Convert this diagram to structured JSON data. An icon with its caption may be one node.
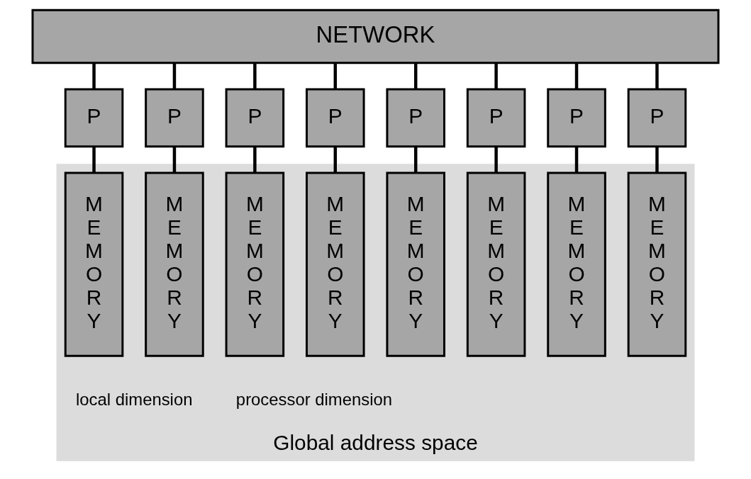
{
  "diagram": {
    "nodes": [
      {
        "text": [
          "NETWORK"
        ]
      },
      {
        "text": [
          "P"
        ]
      },
      {
        "text": [
          "P"
        ]
      },
      {
        "text": [
          "P"
        ]
      },
      {
        "text": [
          "P"
        ]
      },
      {
        "text": [
          "P"
        ]
      },
      {
        "text": [
          "P"
        ]
      },
      {
        "text": [
          "P"
        ]
      },
      {
        "text": [
          "P"
        ]
      },
      {
        "text": [
          "Global address space"
        ]
      },
      {
        "text": [
          "MEMORY"
        ],
        "in": 9
      },
      {
        "text": [
          "MEMORY"
        ],
        "in": 9
      },
      {
        "text": [
          "MEMORY"
        ],
        "in": 9
      },
      {
        "text": [
          "MEMORY"
        ],
        "in": 9
      },
      {
        "text": [
          "MEMORY"
        ],
        "in": 9
      },
      {
        "text": [
          "MEMORY"
        ],
        "in": 9
      },
      {
        "text": [
          "MEMORY"
        ],
        "in": 9
      },
      {
        "text": [
          "MEMORY"
        ],
        "in": 9
      }
    ],
    "edges": [
      {
        "from": 0,
        "to": 1,
        "arrow": "none"
      },
      {
        "from": 0,
        "to": 2,
        "arrow": "none"
      },
      {
        "from": 0,
        "to": 3,
        "arrow": "none"
      },
      {
        "from": 0,
        "to": 4,
        "arrow": "none"
      },
      {
        "from": 0,
        "to": 5,
        "arrow": "none"
      },
      {
        "from": 0,
        "to": 6,
        "arrow": "none"
      },
      {
        "from": 0,
        "to": 7,
        "arrow": "none"
      },
      {
        "from": 0,
        "to": 8,
        "arrow": "none"
      },
      {
        "from": 1,
        "to": 10,
        "arrow": "none"
      },
      {
        "from": 2,
        "to": 11,
        "arrow": "none"
      },
      {
        "from": 3,
        "to": 12,
        "arrow": "none"
      },
      {
        "from": 4,
        "to": 13,
        "arrow": "none"
      },
      {
        "from": 5,
        "to": 14,
        "arrow": "none"
      },
      {
        "from": 6,
        "to": 15,
        "arrow": "none"
      },
      {
        "from": 7,
        "to": 16,
        "arrow": "none"
      },
      {
        "from": 8,
        "to": 17,
        "arrow": "none"
      }
    ],
    "labels": [
      "local dimension",
      "processor dimension"
    ]
  }
}
